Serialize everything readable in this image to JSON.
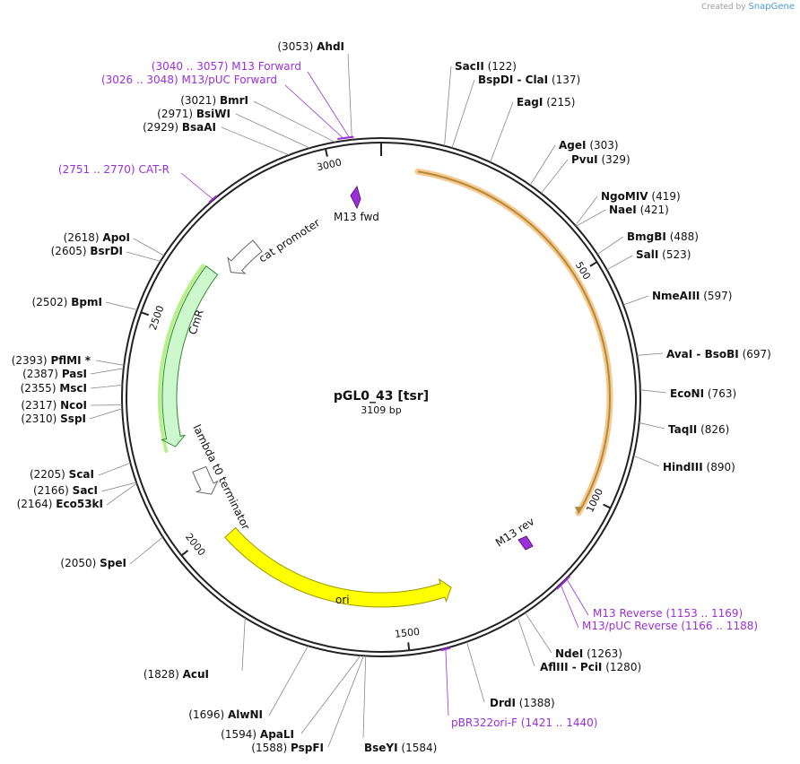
{
  "branding": {
    "created_by": "Created by",
    "product": "SnapGene"
  },
  "plasmid": {
    "name": "pGL0_43 [tsr]",
    "length_label": "3109 bp",
    "length": 3109
  },
  "ticks": [
    {
      "bp": 500,
      "label": "500"
    },
    {
      "bp": 1000,
      "label": "1000"
    },
    {
      "bp": 1500,
      "label": "1500"
    },
    {
      "bp": 2000,
      "label": "2000"
    },
    {
      "bp": 2500,
      "label": "2500"
    },
    {
      "bp": 3000,
      "label": "3000"
    }
  ],
  "features": [
    {
      "label": "",
      "start": 80,
      "end": 1040,
      "dir": 1,
      "fill": "#ffffff",
      "stroke": "#b08a3a",
      "glow": "#f7c98f",
      "width": 3
    },
    {
      "label": "CmR",
      "start": 2650,
      "end": 2215,
      "dir": -1,
      "fill": "#cdf7cd",
      "stroke": "#2a8a2a",
      "width": 16,
      "glow": "#b8f08c"
    },
    {
      "label": "cat promoter",
      "start": 2770,
      "end": 2675,
      "dir": -1,
      "fill": "#ffffff",
      "stroke": "#666666",
      "width": 16
    },
    {
      "label": "lambda t0 terminator",
      "start": 2145,
      "end": 2075,
      "dir": -1,
      "fill": "#ffffff",
      "stroke": "#666666",
      "width": 16
    },
    {
      "label": "ori",
      "start": 1970,
      "end": 1380,
      "dir": -1,
      "fill": "#ffff00",
      "stroke": "#999900",
      "width": 16
    }
  ],
  "feature_labels": [
    {
      "text": "CmR"
    },
    {
      "text": "cat promoter"
    },
    {
      "text": "lambda t0 terminator"
    },
    {
      "text": "ori"
    },
    {
      "text": "M13 fwd"
    },
    {
      "text": "M13 rev"
    }
  ],
  "sites": [
    {
      "name": "AhdI",
      "pos": "(3053)",
      "side": "L"
    },
    {
      "name": "BmrI",
      "pos": "(3021)",
      "side": "L"
    },
    {
      "name": "BsiWI",
      "pos": "(2971)",
      "side": "L"
    },
    {
      "name": "BsaAI",
      "pos": "(2929)",
      "side": "L"
    },
    {
      "name": "ApoI",
      "pos": "(2618)",
      "side": "L"
    },
    {
      "name": "BsrDI",
      "pos": "(2605)",
      "side": "L"
    },
    {
      "name": "BpmI",
      "pos": "(2502)",
      "side": "L"
    },
    {
      "name": "PflMI *",
      "pos": "(2393)",
      "side": "L"
    },
    {
      "name": "PasI",
      "pos": "(2387)",
      "side": "L"
    },
    {
      "name": "MscI",
      "pos": "(2355)",
      "side": "L"
    },
    {
      "name": "NcoI",
      "pos": "(2317)",
      "side": "L"
    },
    {
      "name": "SspI",
      "pos": "(2310)",
      "side": "L"
    },
    {
      "name": "ScaI",
      "pos": "(2205)",
      "side": "L"
    },
    {
      "name": "SacI",
      "pos": "(2166)",
      "side": "L"
    },
    {
      "name": "Eco53kI",
      "pos": "(2164)",
      "side": "L"
    },
    {
      "name": "SpeI",
      "pos": "(2050)",
      "side": "L"
    },
    {
      "name": "AcuI",
      "pos": "(1828)",
      "side": "L"
    },
    {
      "name": "AlwNI",
      "pos": "(1696)",
      "side": "L"
    },
    {
      "name": "ApaLI",
      "pos": "(1594)",
      "side": "L"
    },
    {
      "name": "PspFI",
      "pos": "(1588)",
      "side": "L"
    },
    {
      "name": "BseYI",
      "pos": "(1584)",
      "side": "R"
    },
    {
      "name": "DrdI",
      "pos": "(1388)",
      "side": "R"
    },
    {
      "name": "NdeI",
      "pos": "(1263)",
      "side": "R"
    },
    {
      "name": "AflIII - PciI",
      "pos": "(1280)",
      "side": "R"
    },
    {
      "name": "HindIII",
      "pos": "(890)",
      "side": "R"
    },
    {
      "name": "TaqII",
      "pos": "(826)",
      "side": "R"
    },
    {
      "name": "EcoNI",
      "pos": "(763)",
      "side": "R"
    },
    {
      "name": "AvaI - BsoBI",
      "pos": "(697)",
      "side": "R"
    },
    {
      "name": "NmeAIII",
      "pos": "(597)",
      "side": "R"
    },
    {
      "name": "SalI",
      "pos": "(523)",
      "side": "R"
    },
    {
      "name": "BmgBI",
      "pos": "(488)",
      "side": "R"
    },
    {
      "name": "NaeI",
      "pos": "(421)",
      "side": "R"
    },
    {
      "name": "NgoMIV",
      "pos": "(419)",
      "side": "R"
    },
    {
      "name": "PvuI",
      "pos": "(329)",
      "side": "R"
    },
    {
      "name": "AgeI",
      "pos": "(303)",
      "side": "R"
    },
    {
      "name": "EagI",
      "pos": "(215)",
      "side": "R"
    },
    {
      "name": "BspDI - ClaI",
      "pos": "(137)",
      "side": "R"
    },
    {
      "name": "SacII",
      "pos": "(122)",
      "side": "R"
    }
  ],
  "primers": [
    {
      "name": "M13 Forward",
      "range": "(3040 .. 3057)",
      "side": "L"
    },
    {
      "name": "M13/pUC Forward",
      "range": "(3026 .. 3048)",
      "side": "L"
    },
    {
      "name": "CAT-R",
      "range": "(2751 .. 2770)",
      "side": "L"
    },
    {
      "name": "M13 Reverse",
      "range": "(1153 .. 1169)",
      "side": "R"
    },
    {
      "name": "M13/pUC Reverse",
      "range": "(1166 .. 1188)",
      "side": "R"
    },
    {
      "name": "pBR322ori-F",
      "range": "(1421 .. 1440)",
      "side": "R"
    }
  ],
  "colors": {
    "primer": "#9b30d9",
    "backbone": "#222222"
  }
}
